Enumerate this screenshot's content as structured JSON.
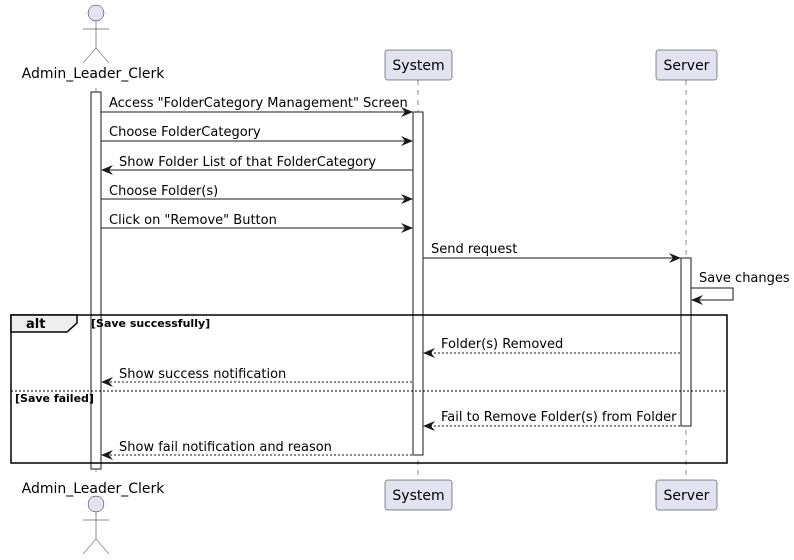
{
  "participants": {
    "actor": "Admin_Leader_Clerk",
    "system": "System",
    "server": "Server"
  },
  "messages": [
    "Access \"FolderCategory Management\" Screen",
    "Choose FolderCategory",
    "Show Folder List of that FolderCategory",
    "Choose Folder(s)",
    "Click on \"Remove\" Button",
    "Send request",
    "Save changes",
    "Folder(s) Removed",
    "Show success notification",
    "Fail to Remove Folder(s) from Folder",
    "Show fail notification and reason"
  ],
  "alt_frame": {
    "keyword": "alt",
    "guard_success": "[Save successfully]",
    "guard_failed": "[Save failed]"
  }
}
